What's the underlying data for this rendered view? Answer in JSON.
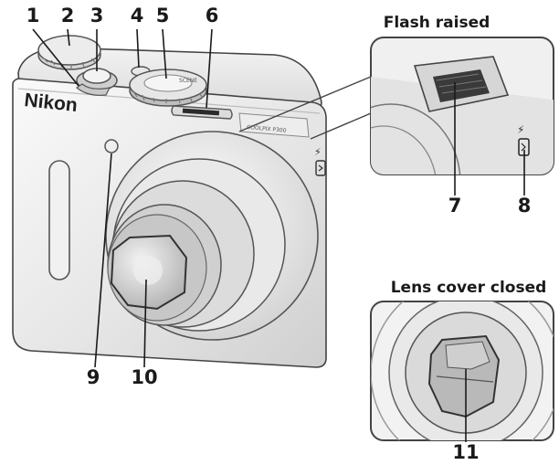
{
  "inset_titles": {
    "flash": "Flash raised",
    "lens": "Lens cover closed"
  },
  "camera": {
    "brand": "Nikon",
    "model": "COOLPIX P300",
    "scene": "SCENE",
    "flash_symbol": "⚡"
  },
  "callouts": {
    "c1": "1",
    "c2": "2",
    "c3": "3",
    "c4": "4",
    "c5": "5",
    "c6": "6",
    "c7": "7",
    "c8": "8",
    "c9": "9",
    "c10": "10",
    "c11": "11"
  }
}
